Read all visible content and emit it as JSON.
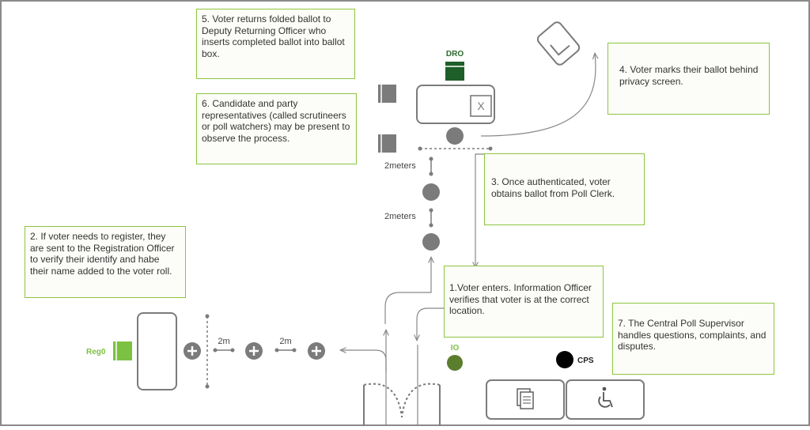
{
  "roles": {
    "dro": "DRO",
    "reg": "Reg0",
    "io": "IO",
    "cps": "CPS"
  },
  "colors": {
    "dro": "#1e5e28",
    "reg": "#7cc242",
    "io": "#5a7d2e",
    "cps": "#000000",
    "callout_border": "#8cc63f",
    "voter": "#7b7b7b"
  },
  "labels": {
    "distance_top": "2meters",
    "distance_mid": "2meters",
    "distance_left_1": "2m",
    "distance_left_2": "2m"
  },
  "ballot_mark": "X",
  "icons": [
    "ballot-card-icon",
    "document-stack-icon",
    "wheelchair-icon",
    "plus-voter-icon"
  ],
  "steps": [
    {
      "id": "step5",
      "text": "5. Voter returns folded ballot to Deputy Returning Officer who inserts completed ballot into ballot box."
    },
    {
      "id": "step6",
      "text": "6. Candidate and party representatives (called scrutineers or poll watchers) may be present to observe the process."
    },
    {
      "id": "step4",
      "text": "4. Voter marks their ballot behind privacy screen."
    },
    {
      "id": "step3",
      "text": "3. Once authenticated, voter obtains ballot from Poll Clerk."
    },
    {
      "id": "step2",
      "text": "2. If voter needs to register, they are sent to the Registration Officer to verify their identify and habe their name added to the voter roll."
    },
    {
      "id": "step1",
      "text": "1.Voter enters. Information Officer verifies that voter is at the correct location."
    },
    {
      "id": "step7",
      "text": "7. The Central Poll Supervisor handles questions, complaints, and disputes."
    }
  ]
}
